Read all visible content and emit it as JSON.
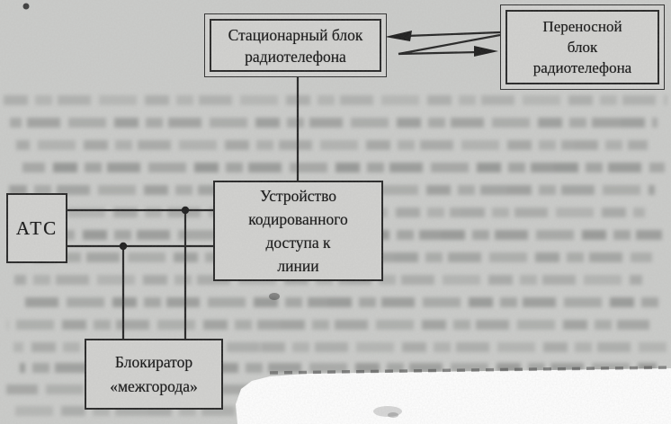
{
  "document_type": "scanned page with block diagram of a cordless radiotelephone line connection",
  "nodes": {
    "stationary": {
      "label": "Стационарный блок радиотелефона",
      "lines": [
        "Стационарный блок",
        "радиотелефона"
      ]
    },
    "portable": {
      "label": "Переносной блок радиотелефона",
      "lines": [
        "Переносной",
        "блок",
        "радиотелефона"
      ]
    },
    "coder": {
      "label": "Устройство кодированного доступа к линии",
      "lines": [
        "Устройство",
        "кодированного",
        "доступа к",
        "линии"
      ]
    },
    "ats": {
      "label": "АТС",
      "lines": [
        "АТС"
      ]
    },
    "blocker": {
      "label": "Блокиратор «межгорода»",
      "lines": [
        "Блокиратор",
        "«межгорода»"
      ]
    }
  },
  "edges": [
    {
      "from": "stationary",
      "to": "portable",
      "style": "crossed double arrows (radio link)"
    },
    {
      "from": "stationary",
      "to": "coder",
      "style": "plain vertical line"
    },
    {
      "from": "ats",
      "to": "coder",
      "style": "two parallel horizontal wires"
    },
    {
      "from": "ats-coder upper wire",
      "to": "blocker",
      "style": "branch from junction dot"
    },
    {
      "from": "ats-coder lower wire",
      "to": "blocker",
      "style": "branch from junction dot"
    }
  ],
  "colors": {
    "paper": "#cbccca",
    "box_fill": "#d2d2d0",
    "ink": "#242424",
    "ghost_text": "#525452",
    "torn_white_area": "#ffffff"
  }
}
